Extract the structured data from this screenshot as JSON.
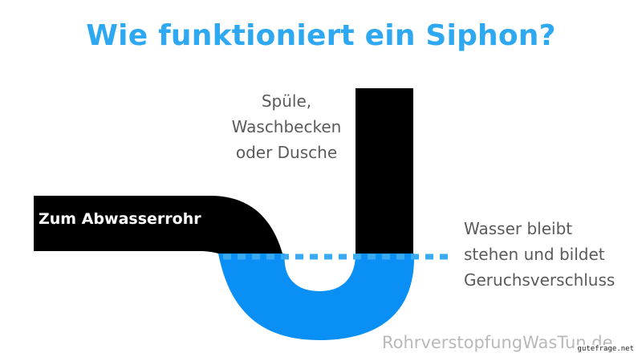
{
  "title": "Wie funktioniert ein Siphon?",
  "labels": {
    "sink": [
      "Spüle,",
      "Waschbecken",
      "oder Dusche"
    ],
    "drain_pipe": "Zum Abwasserrohr",
    "water": [
      "Wasser bleibt",
      "stehen und bildet",
      "Geruchsverschluss"
    ]
  },
  "watermark": "RohrverstopfungWasTun.de",
  "credit": "gutefrage.net",
  "colors": {
    "title": "#2ea8f0",
    "pipe": "#000000",
    "water": "#0a8ff5",
    "water_line": "#3aabf2",
    "label_text": "#5a5a5a",
    "watermark": "#b9b9b9"
  }
}
